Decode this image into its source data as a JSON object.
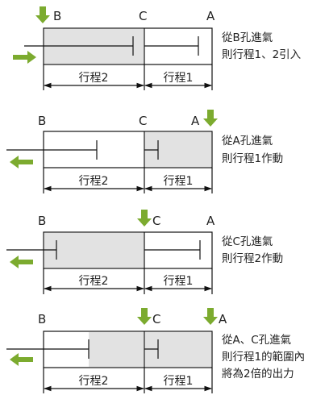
{
  "colors": {
    "arrow_green": "#7cab2f",
    "shade": "#e2e2e2",
    "line": "#111111"
  },
  "panels": [
    {
      "ports": {
        "b": "B",
        "c": "C",
        "a": "A"
      },
      "inlet_arrows": [
        "B"
      ],
      "strokes": {
        "left": "行程2",
        "right": "行程1"
      },
      "description": [
        "從B孔進氣",
        "則行程1、2引入"
      ]
    },
    {
      "ports": {
        "b": "B",
        "c": "C",
        "a": "A"
      },
      "inlet_arrows": [
        "A"
      ],
      "strokes": {
        "left": "行程2",
        "right": "行程1"
      },
      "description": [
        "從A孔進氣",
        "則行程1作動"
      ]
    },
    {
      "ports": {
        "b": "B",
        "c": "C",
        "a": "A"
      },
      "inlet_arrows": [
        "C"
      ],
      "strokes": {
        "left": "行程2",
        "right": "行程1"
      },
      "description": [
        "從C孔進氣",
        "則行程2作動"
      ]
    },
    {
      "ports": {
        "b": "B",
        "c": "C",
        "a": "A"
      },
      "inlet_arrows": [
        "C",
        "A"
      ],
      "strokes": {
        "left": "行程2",
        "right": "行程1"
      },
      "description": [
        "從A、C孔進氣",
        "則行程1的範圍內",
        "將為2倍的出力"
      ]
    }
  ]
}
